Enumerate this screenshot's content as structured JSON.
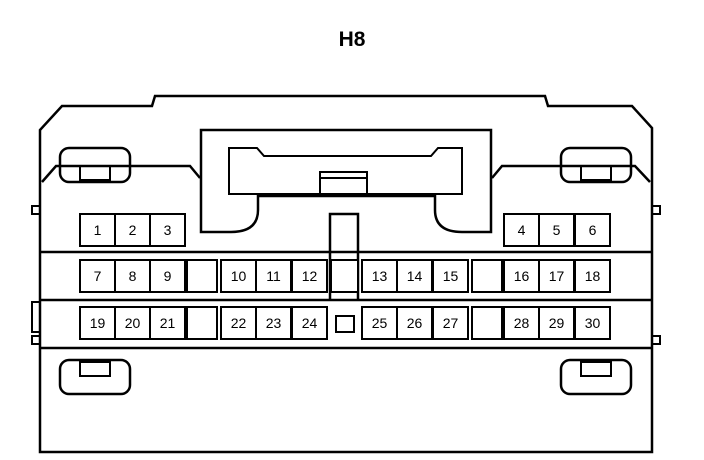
{
  "title": "H8",
  "pins": {
    "row1": [
      "1",
      "2",
      "3",
      "4",
      "5",
      "6"
    ],
    "row2": [
      "7",
      "8",
      "9",
      "10",
      "11",
      "12",
      "13",
      "14",
      "15",
      "16",
      "17",
      "18"
    ],
    "row3": [
      "19",
      "20",
      "21",
      "22",
      "23",
      "24",
      "25",
      "26",
      "27",
      "28",
      "29",
      "30"
    ]
  },
  "colors": {
    "line": "#000000",
    "background": "#ffffff"
  }
}
